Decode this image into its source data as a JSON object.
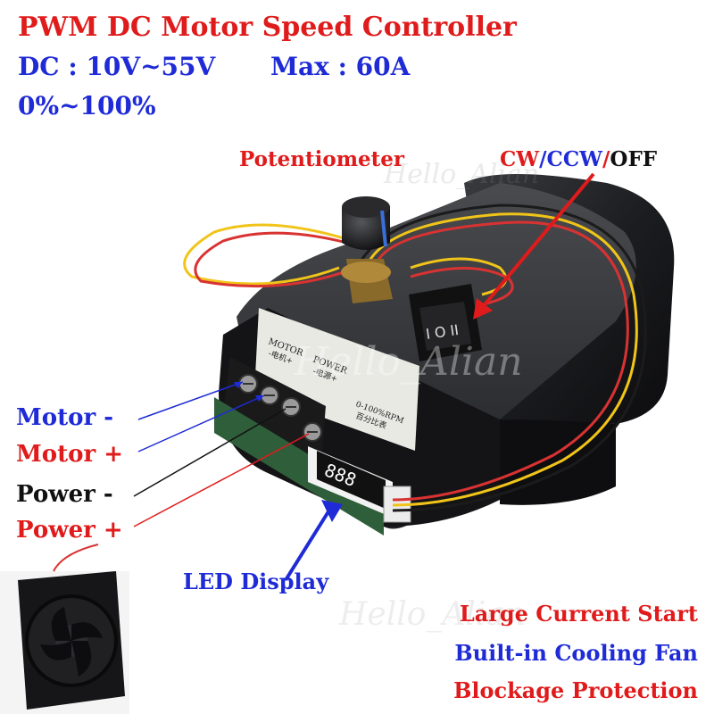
{
  "header": {
    "title": "PWM DC Motor Speed Controller",
    "spec_voltage": "DC : 10V~55V",
    "spec_current": "Max : 60A",
    "spec_range": "0%~100%"
  },
  "labels": {
    "potentiometer": "Potentiometer",
    "cw": "CW",
    "slash1": "/",
    "ccw": "CCW",
    "slash2": "/",
    "off": "OFF",
    "motor_minus": "Motor -",
    "motor_plus": "Motor +",
    "power_minus": "Power -",
    "power_plus": "Power +",
    "led_display": "LED Display"
  },
  "features": {
    "large_current": "Large Current Start",
    "cooling_fan": "Built-in Cooling Fan",
    "blockage": "Blockage Protection"
  },
  "device_print": {
    "motor": "MOTOR",
    "motor_sub": "-电机+",
    "power": "POWER",
    "power_sub": "-电源+",
    "rpm": "0-100%RPM",
    "rpm_sub": "百分比表",
    "switch_mark": "I O II"
  },
  "watermark": "Hello_Alian",
  "colors": {
    "red": "#e01b1b",
    "blue": "#1f2bd6",
    "black": "#111111",
    "housing": "#1b1c1e",
    "knob_stripe": "#3a6fd8"
  }
}
